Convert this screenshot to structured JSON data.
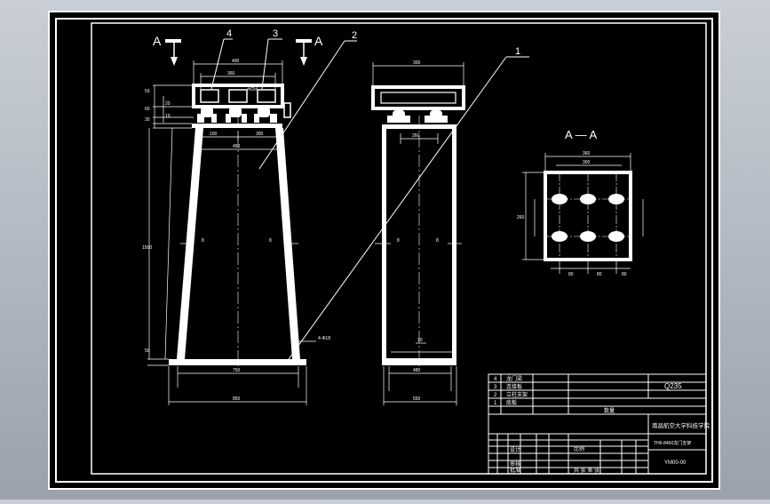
{
  "colors": {
    "paper": "#000000",
    "line": "#ffffff",
    "accent": "#00ff66",
    "outside": "#b7bdc6"
  },
  "section_markers": {
    "left": "A",
    "right": "A"
  },
  "balloons": [
    "4",
    "3",
    "2",
    "1"
  ],
  "section_title": "A — A",
  "dims": {
    "front_top_width": "400",
    "front_inner_width": "360",
    "front_pocket_width": "114.5",
    "front_top_left": "100",
    "front_top_right": "300",
    "front_waist": "450",
    "front_height": "1500",
    "front_base_inner": "750",
    "front_base_outer": "850",
    "front_plate": "4-Φ18",
    "front_side_left": "8",
    "front_side_right": "8",
    "side_top_width": "300",
    "side_inner": "260",
    "side_base_inner": "480",
    "side_base_outer": "550",
    "side_plate_thk": "10",
    "side_left": "8",
    "side_right": "8",
    "sec_width": "360",
    "sec_inner": "300",
    "sec_height": "260",
    "sec_b1": "80",
    "sec_b2": "80",
    "sec_b3": "80",
    "h_left1": "50",
    "h_left2": "60",
    "h_left3": "30",
    "h_left4": "20",
    "h_left5": "10",
    "h_bottom": "50"
  },
  "title_block": {
    "material": "Q235",
    "school": "南昌航空大学科技学院",
    "drawing_name": "TH6-8460龙门支架",
    "drawing_no": "YM00-00",
    "parts": [
      {
        "no": "4",
        "name": "龙门梁"
      },
      {
        "no": "3",
        "name": "连接板"
      },
      {
        "no": "2",
        "name": "立柱支架"
      },
      {
        "no": "1",
        "name": "底板"
      }
    ],
    "design_label": "设计",
    "check_label": "审核",
    "approve_label": "批准",
    "scale_label": "比例",
    "sheet_label": "共 张 第 张",
    "qty_label": "数量"
  }
}
